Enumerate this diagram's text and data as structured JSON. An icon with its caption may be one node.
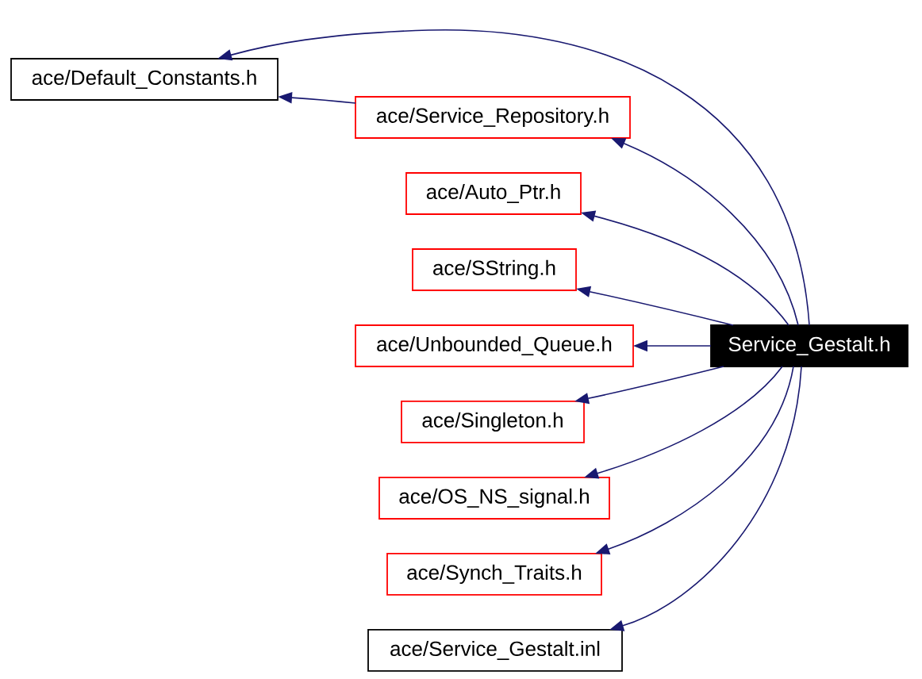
{
  "diagram": {
    "nodes": [
      {
        "text": [
          "ace/Default_Constants.h"
        ]
      },
      {
        "text": [
          "ace/Service_Repository.h"
        ]
      },
      {
        "text": [
          "ace/Auto_Ptr.h"
        ]
      },
      {
        "text": [
          "ace/SString.h"
        ]
      },
      {
        "text": [
          "ace/Unbounded_Queue.h"
        ]
      },
      {
        "text": [
          "Service_Gestalt.h"
        ]
      },
      {
        "text": [
          "ace/Singleton.h"
        ]
      },
      {
        "text": [
          "ace/OS_NS_signal.h"
        ]
      },
      {
        "text": [
          "ace/Synch_Traits.h"
        ]
      },
      {
        "text": [
          "ace/Service_Gestalt.inl"
        ]
      }
    ],
    "edges": [
      {
        "from": 5,
        "to": 0,
        "arrow": "to"
      },
      {
        "from": 1,
        "to": 0,
        "arrow": "to"
      },
      {
        "from": 5,
        "to": 1,
        "arrow": "to"
      },
      {
        "from": 5,
        "to": 2,
        "arrow": "to"
      },
      {
        "from": 5,
        "to": 3,
        "arrow": "to"
      },
      {
        "from": 5,
        "to": 4,
        "arrow": "to"
      },
      {
        "from": 5,
        "to": 6,
        "arrow": "to"
      },
      {
        "from": 5,
        "to": 7,
        "arrow": "to"
      },
      {
        "from": 5,
        "to": 8,
        "arrow": "to"
      },
      {
        "from": 5,
        "to": 9,
        "arrow": "to"
      }
    ]
  }
}
